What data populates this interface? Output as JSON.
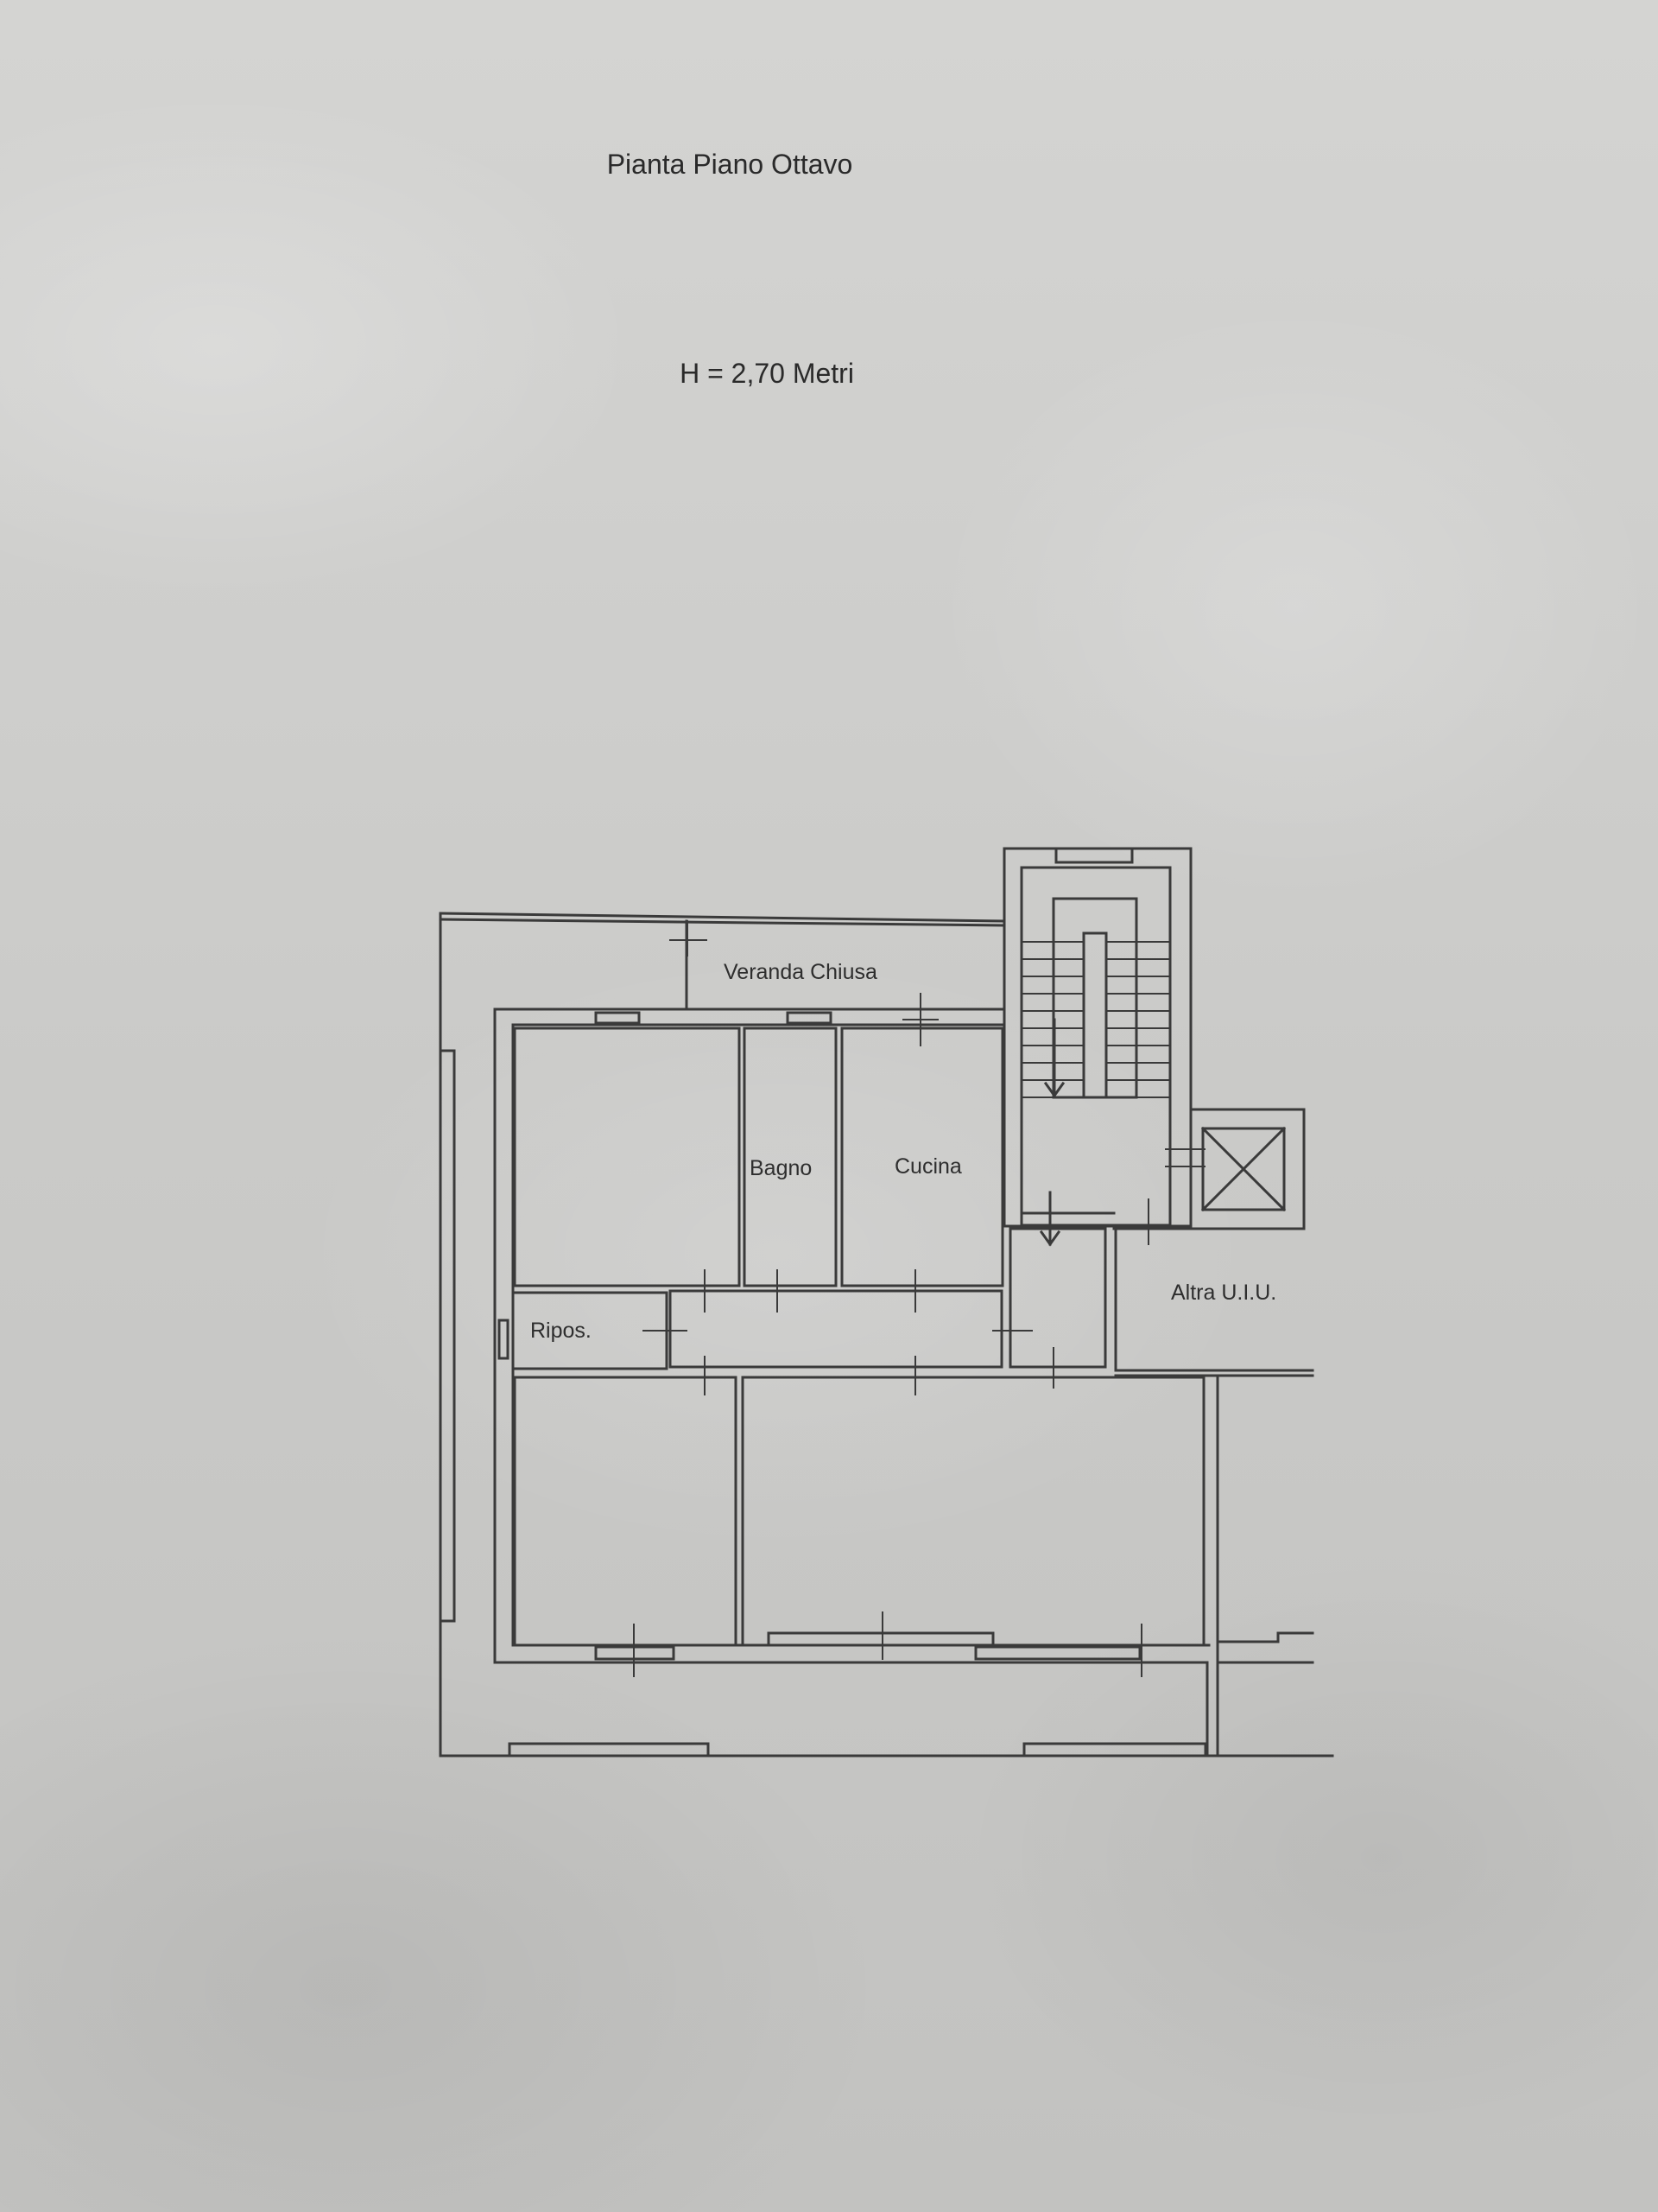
{
  "title": "Pianta Piano Ottavo",
  "height_note": "H = 2,70 Metri",
  "rooms": {
    "veranda": "Veranda Chiusa",
    "bagno": "Bagno",
    "cucina": "Cucina",
    "ripos": "Ripos.",
    "altra": "Altra U.I.U."
  },
  "colors": {
    "ink": "#3a3a3a",
    "paper": "#cfcfcd"
  }
}
